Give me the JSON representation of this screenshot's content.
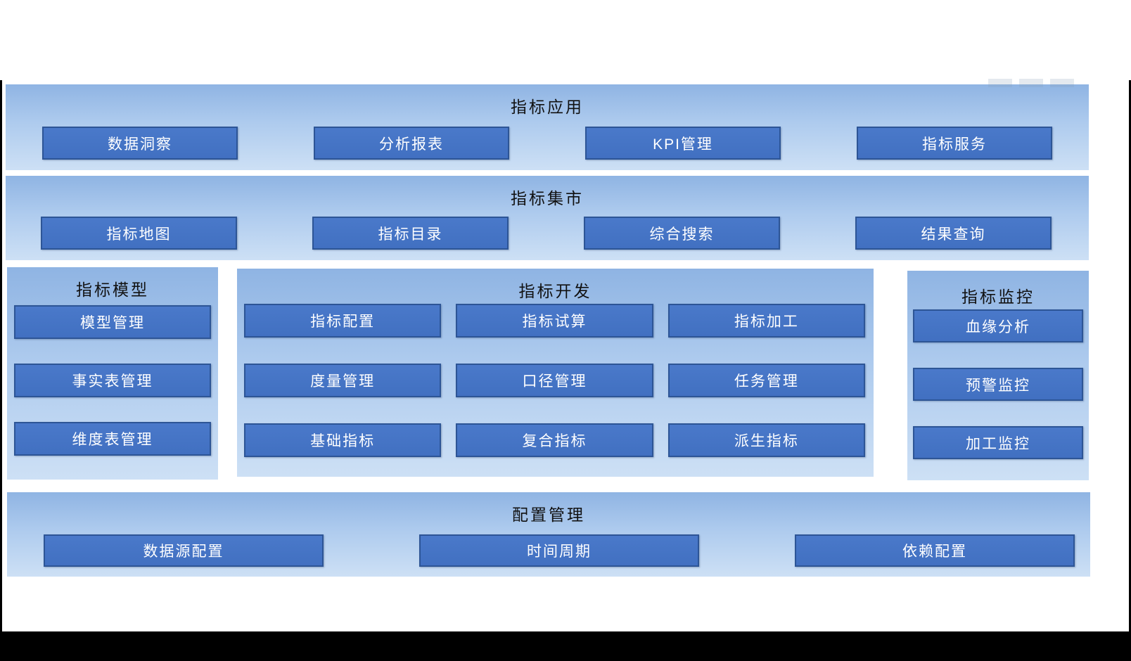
{
  "colors": {
    "band_gradient_top": "#8fb4e3",
    "band_gradient_bottom": "#cde0f5",
    "box_fill": "#4472c4",
    "box_border": "#2d5596",
    "box_text": "#ffffff",
    "title_text": "#111111",
    "frame": "#000000"
  },
  "sections": {
    "app": {
      "title": "指标应用",
      "items": [
        "数据洞察",
        "分析报表",
        "KPI管理",
        "指标服务"
      ]
    },
    "market": {
      "title": "指标集市",
      "items": [
        "指标地图",
        "指标目录",
        "综合搜索",
        "结果查询"
      ]
    },
    "model": {
      "title": "指标模型",
      "items": [
        "模型管理",
        "事实表管理",
        "维度表管理"
      ]
    },
    "dev": {
      "title": "指标开发",
      "rows": [
        [
          "指标配置",
          "指标试算",
          "指标加工"
        ],
        [
          "度量管理",
          "口径管理",
          "任务管理"
        ],
        [
          "基础指标",
          "复合指标",
          "派生指标"
        ]
      ]
    },
    "monitor": {
      "title": "指标监控",
      "items": [
        "血缘分析",
        "预警监控",
        "加工监控"
      ]
    },
    "config": {
      "title": "配置管理",
      "items": [
        "数据源配置",
        "时间周期",
        "依赖配置"
      ]
    }
  }
}
